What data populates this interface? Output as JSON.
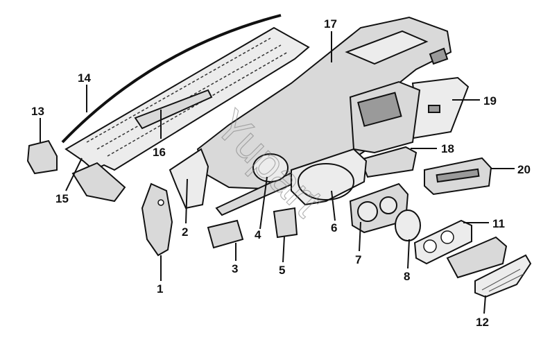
{
  "watermark": "Yupart",
  "callouts": [
    {
      "id": "c1",
      "label": "1"
    },
    {
      "id": "c2",
      "label": "2"
    },
    {
      "id": "c3",
      "label": "3"
    },
    {
      "id": "c4",
      "label": "4"
    },
    {
      "id": "c5",
      "label": "5"
    },
    {
      "id": "c6",
      "label": "6"
    },
    {
      "id": "c7",
      "label": "7"
    },
    {
      "id": "c8",
      "label": "8"
    },
    {
      "id": "c11",
      "label": "11"
    },
    {
      "id": "c12",
      "label": "12"
    },
    {
      "id": "c13",
      "label": "13"
    },
    {
      "id": "c14",
      "label": "14"
    },
    {
      "id": "c15",
      "label": "15"
    },
    {
      "id": "c16",
      "label": "16"
    },
    {
      "id": "c17",
      "label": "17"
    },
    {
      "id": "c18",
      "label": "18"
    },
    {
      "id": "c19",
      "label": "19"
    },
    {
      "id": "c20",
      "label": "20"
    }
  ]
}
